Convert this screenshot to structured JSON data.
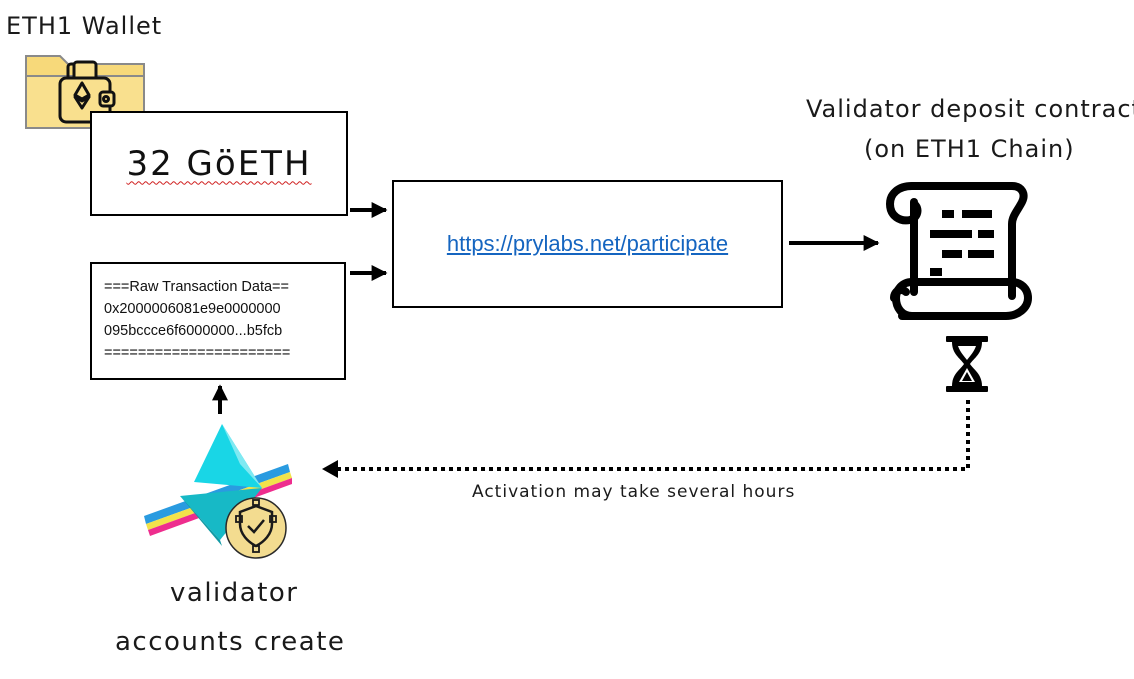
{
  "wallet": {
    "title": "ETH1 Wallet",
    "icon": "wallet-folder-icon"
  },
  "deposit": {
    "amount": "32 GöETH"
  },
  "raw_tx": {
    "lines": [
      "===Raw Transaction Data==",
      "0x2000006081e9e0000000",
      "095bccce6f6000000...b5fcb",
      "======================"
    ]
  },
  "participate": {
    "url": "https://prylabs.net/participate"
  },
  "contract": {
    "title_line1": "Validator deposit contract",
    "title_line2": "(on ETH1 Chain)",
    "icon": "scroll-contract-icon",
    "wait_icon": "hourglass-icon"
  },
  "activation": {
    "label": "Activation may take several hours"
  },
  "validator": {
    "line1": "validator",
    "line2": "accounts create",
    "icon": "prysm-bird-icon"
  },
  "colors": {
    "link": "#1565c0",
    "folder": "#f7d97a",
    "bird": "#19d6e6",
    "badge": "#f3dc90"
  }
}
